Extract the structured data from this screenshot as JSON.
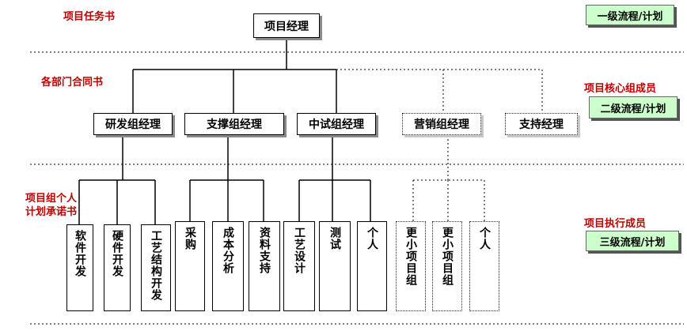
{
  "labels": {
    "task_book": "项目任务书",
    "dept_contract": "各部门合同书",
    "personal_commitment_line1": "项目组个人",
    "personal_commitment_line2": "计划承诺书",
    "core_members": "项目核心组成员",
    "exec_members": "项目执行成员"
  },
  "levels": {
    "level1": "一级流程/计划",
    "level2": "二级流程/计划",
    "level3": "三级流程/计划"
  },
  "nodes": {
    "root": "项目经理",
    "rd": "研发组经理",
    "support_group": "支撑组经理",
    "pilot": "中试组经理",
    "marketing": "营销组经理",
    "support_mgr": "支持经理",
    "software": "软件开发",
    "hardware": "硬件开发",
    "process_structure": "工艺结构开发",
    "purchase": "采购",
    "cost_analysis": "成本分析",
    "material_support": "资料支持",
    "process_design": "工艺设计",
    "testing": "测试",
    "individual1": "个人",
    "subproject1": "更小项目组",
    "subproject2": "更小项目组",
    "individual2": "个人"
  },
  "colors": {
    "label_red": "#c00000",
    "level_green": "#ccffcc"
  }
}
